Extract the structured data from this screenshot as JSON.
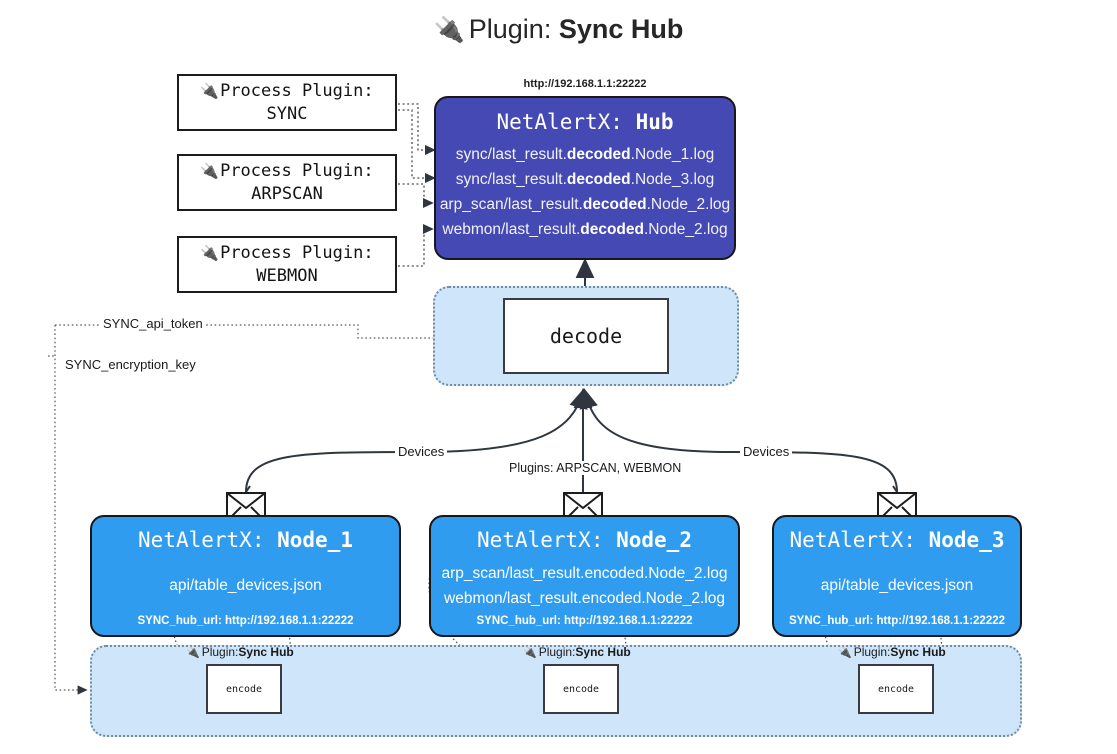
{
  "title": {
    "icon": "plug-icon",
    "prefix": "Plugin: ",
    "name": "Sync Hub"
  },
  "process_plugins": [
    {
      "icon": "plug-icon",
      "label": "Process Plugin:",
      "name": "SYNC"
    },
    {
      "icon": "plug-icon",
      "label": "Process Plugin:",
      "name": "ARPSCAN"
    },
    {
      "icon": "plug-icon",
      "label": "Process Plugin:",
      "name": "WEBMON"
    }
  ],
  "hub": {
    "url": "http://192.168.1.1:22222",
    "title_prefix": "NetAlertX: ",
    "title_name": "Hub",
    "logs": [
      {
        "pre": "sync/last_result.",
        "bold": "decoded",
        "post": ".Node_1.log"
      },
      {
        "pre": "sync/last_result.",
        "bold": "decoded",
        "post": ".Node_3.log"
      },
      {
        "pre": "arp_scan/last_result.",
        "bold": "decoded",
        "post": ".Node_2.log"
      },
      {
        "pre": "webmon/last_result.",
        "bold": "decoded",
        "post": ".Node_2.log"
      }
    ]
  },
  "decode": {
    "label": "decode"
  },
  "settings_edges": [
    {
      "label": "SYNC_api_token"
    },
    {
      "label": "SYNC_encryption_key"
    }
  ],
  "flow_labels": {
    "left_devices": "Devices",
    "center": "Plugins: ARPSCAN, WEBMON",
    "right_devices": "Devices"
  },
  "nodes": [
    {
      "icon": "envelope-icon",
      "title_prefix": "NetAlertX: ",
      "title_name": "Node_1",
      "lines": [
        "api/table_devices.json"
      ],
      "footer": "SYNC_hub_url: http://192.168.1.1:22222"
    },
    {
      "icon": "envelope-icon",
      "title_prefix": "NetAlertX: ",
      "title_name": "Node_2",
      "lines": [
        "arp_scan/last_result.encoded.Node_2.log",
        "webmon/last_result.encoded.Node_2.log"
      ],
      "footer": "SYNC_hub_url: http://192.168.1.1:22222"
    },
    {
      "icon": "envelope-icon",
      "title_prefix": "NetAlertX: ",
      "title_name": "Node_3",
      "lines": [
        "api/table_devices.json"
      ],
      "footer": "SYNC_hub_url: http://192.168.1.1:22222"
    }
  ],
  "encoders": [
    {
      "icon": "plug-icon",
      "cap_prefix": "Plugin: ",
      "cap_name": "Sync Hub",
      "label": "encode"
    },
    {
      "icon": "plug-icon",
      "cap_prefix": "Plugin: ",
      "cap_name": "Sync Hub",
      "label": "encode"
    },
    {
      "icon": "plug-icon",
      "cap_prefix": "Plugin: ",
      "cap_name": "Sync Hub",
      "label": "encode"
    }
  ],
  "colors": {
    "hub_fill": "#4549b4",
    "node_fill": "#2f9cf0",
    "container_fill": "#cfe5fa",
    "stroke": "#17171c",
    "dotted": "#6f8ba6"
  }
}
